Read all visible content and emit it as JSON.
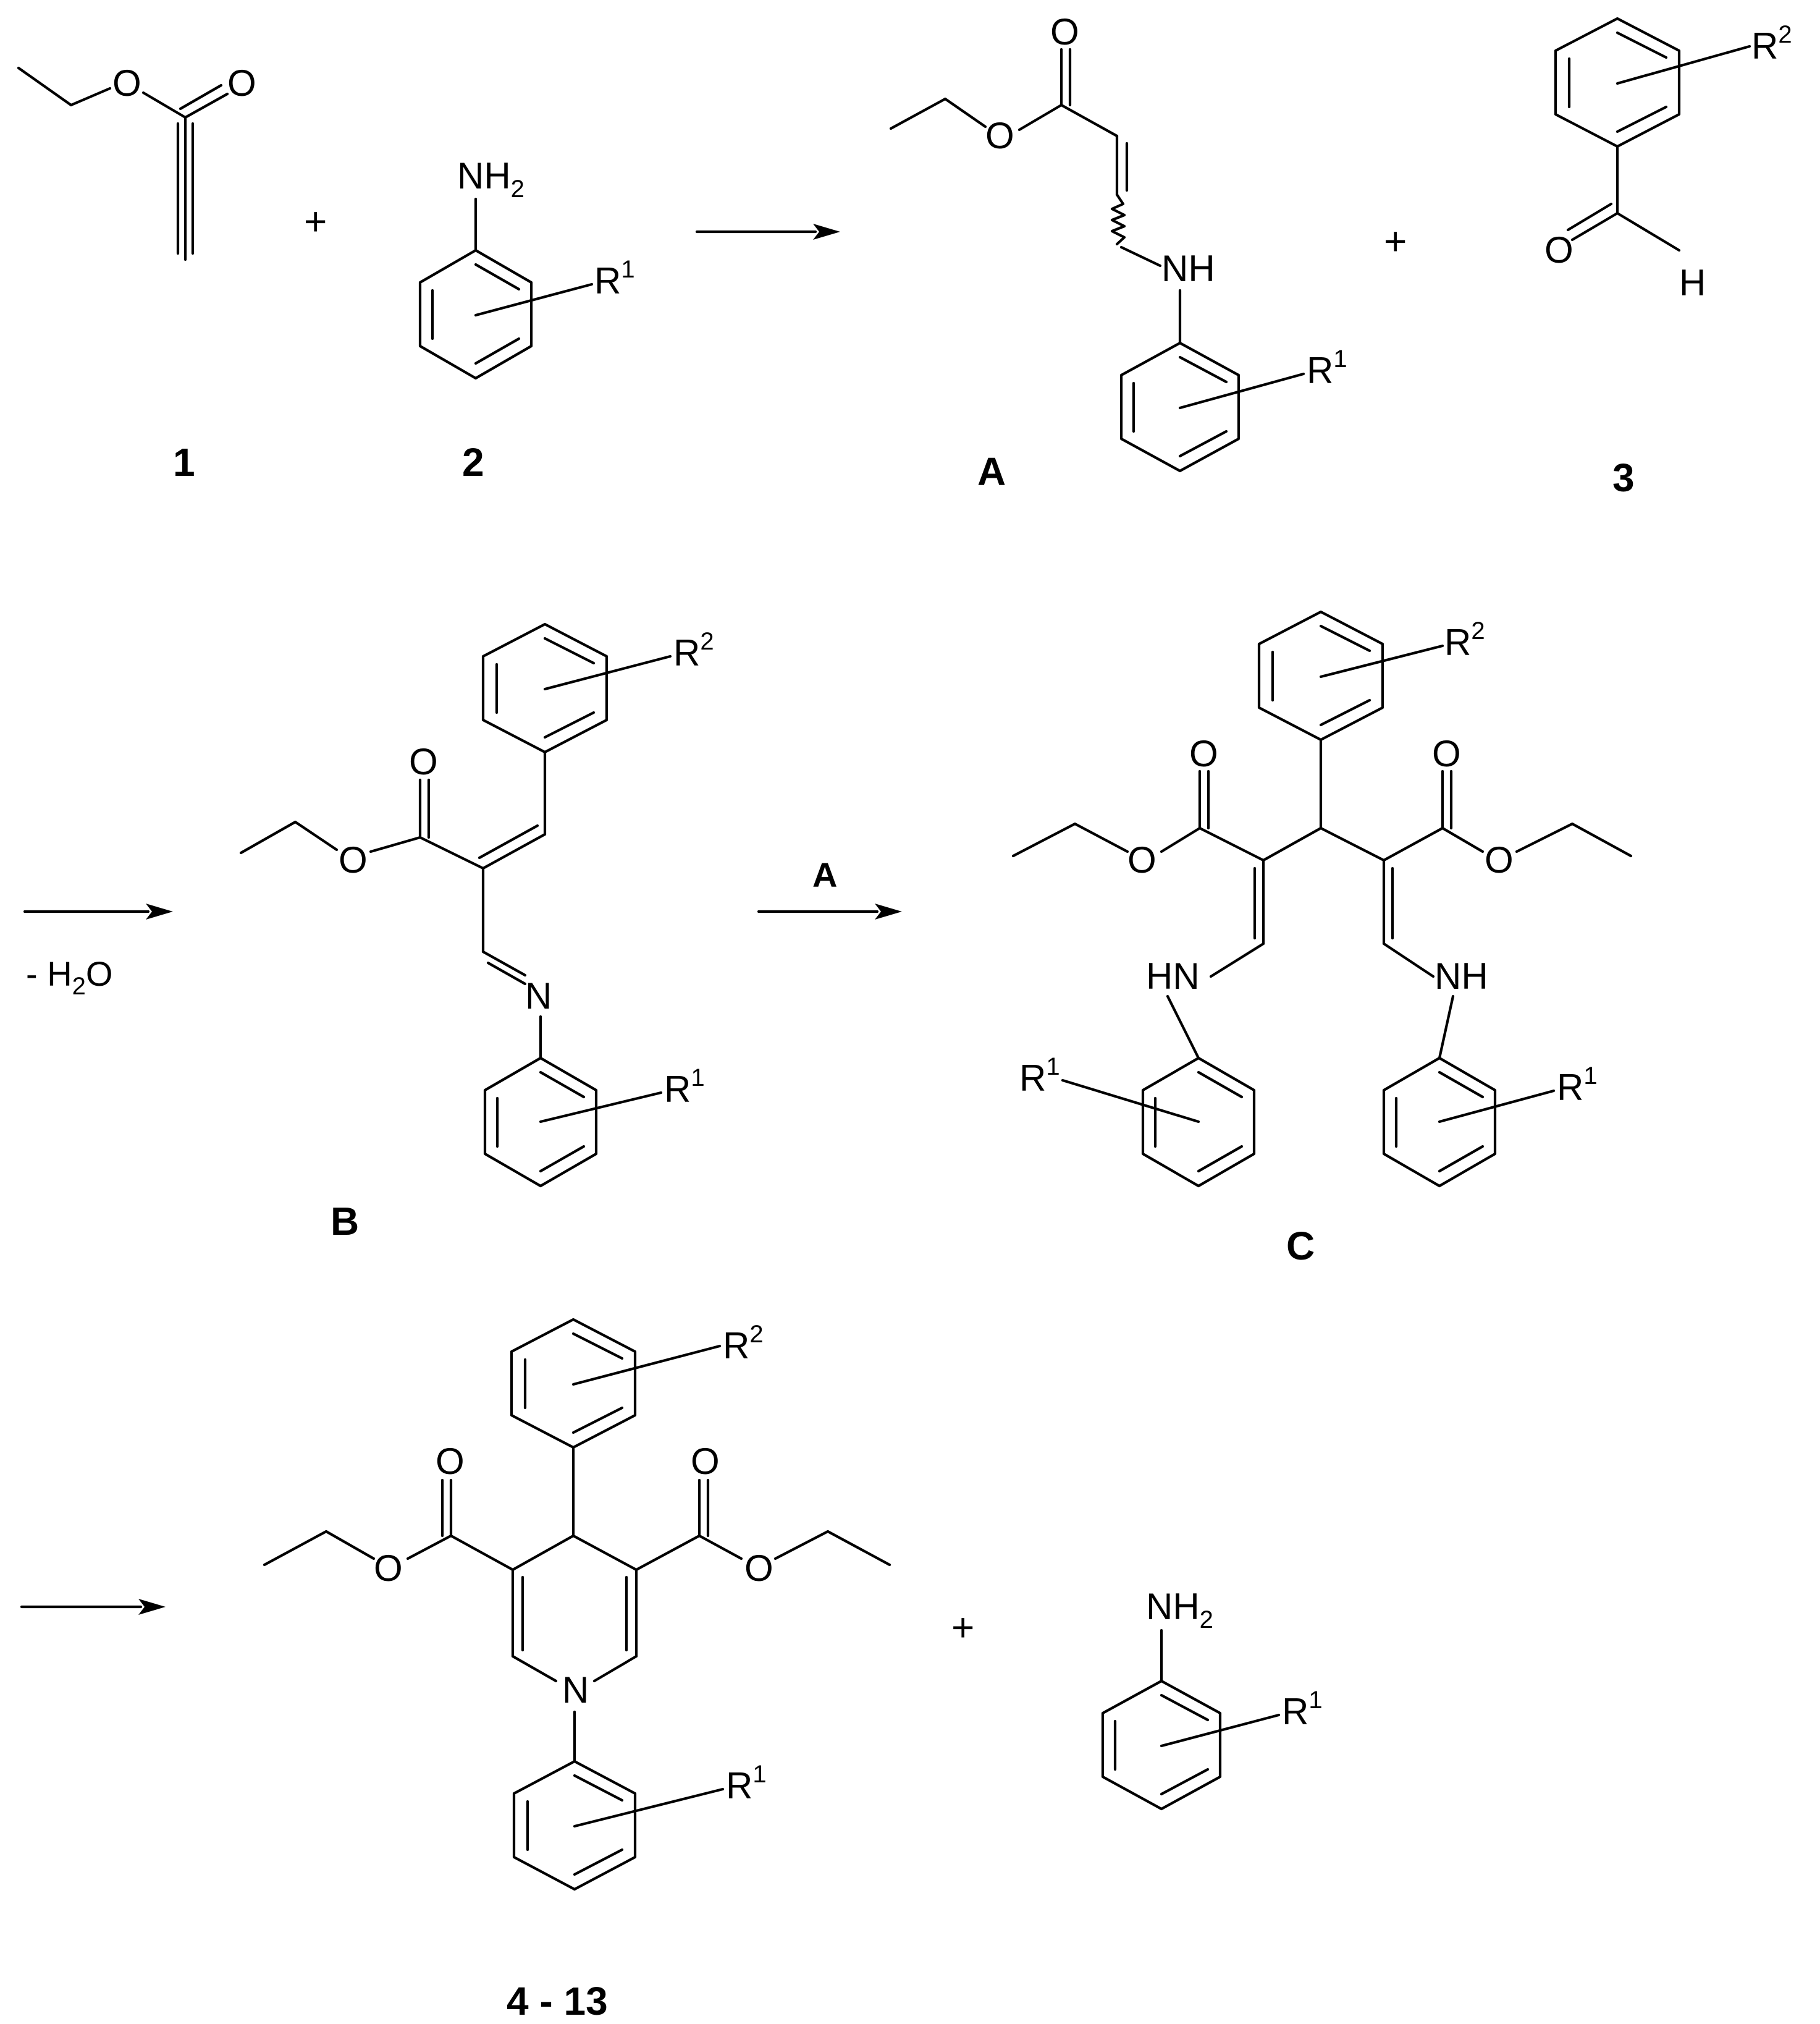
{
  "scheme": {
    "compounds": {
      "c1": "1",
      "c2": "2",
      "cA": "A",
      "c3": "3",
      "cB": "B",
      "cC": "C",
      "c4": "4 - 13"
    },
    "plus_sign": "+",
    "atoms": {
      "O": "O",
      "N": "N",
      "H": "H",
      "NH": "NH",
      "HN": "HN",
      "NH2_base": "NH",
      "sub2": "2",
      "R": "R",
      "sup1": "1",
      "sup2": "2"
    },
    "conditions": {
      "step2_text_prefix": "- H",
      "step2_sub": "2",
      "step2_text_suffix": "O",
      "step3_reagent": "A"
    }
  }
}
